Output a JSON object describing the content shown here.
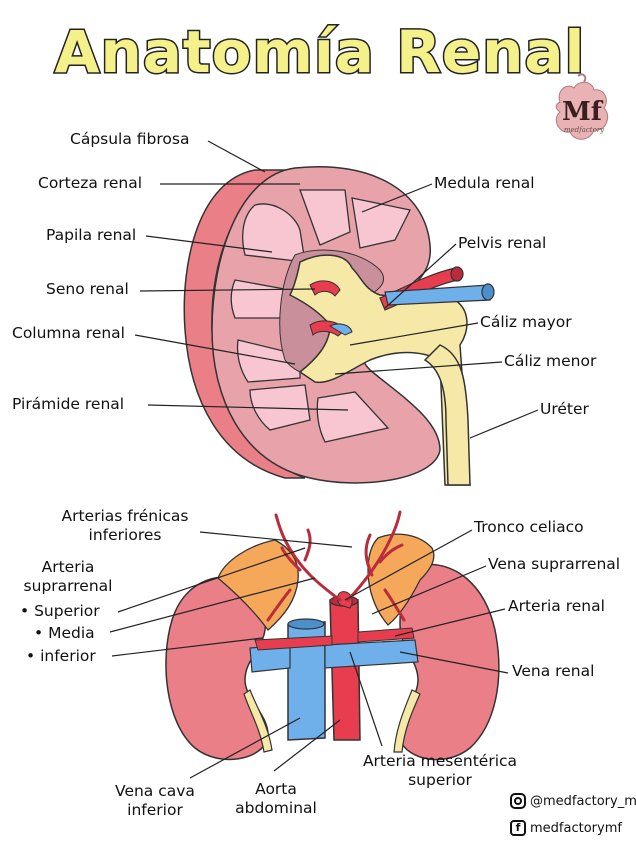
{
  "title": "Anatomía Renal",
  "logo": {
    "monogram": "Mf",
    "tagline": "medfactory"
  },
  "top_diagram": {
    "labels": {
      "capsula": "Cápsula fibrosa",
      "corteza": "Corteza renal",
      "papila": "Papila renal",
      "seno": "Seno renal",
      "columna": "Columna renal",
      "piramide": "Pirámide renal",
      "medula": "Medula renal",
      "pelvis": "Pelvis renal",
      "caliz_mayor": "Cáliz mayor",
      "caliz_menor": "Cáliz menor",
      "ureter": "Uréter"
    }
  },
  "bottom_diagram": {
    "labels": {
      "frenicas_1": "Arterias frénicas",
      "frenicas_2": "inferiores",
      "suprarrenal_1": "Arteria",
      "suprarrenal_2": "suprarrenal",
      "superior": "• Superior",
      "media": "• Media",
      "inferior": "• inferior",
      "tronco": "Tronco celiaco",
      "vena_supra": "Vena suprarrenal",
      "arteria_renal": "Arteria renal",
      "vena_renal": "Vena renal",
      "mesenterica_1": "Arteria mesentérica",
      "mesenterica_2": "superior",
      "vena_cava_1": "Vena cava",
      "vena_cava_2": "inferior",
      "aorta_1": "Aorta",
      "aorta_2": "abdominal"
    }
  },
  "social": {
    "instagram": "@medfactory_mf",
    "facebook": "medfactorymf",
    "instagram_icon": "instagram-icon",
    "facebook_icon": "facebook-icon"
  },
  "colors": {
    "title_fill": "#f4f18a",
    "cortex": "#e8a3aa",
    "capsule": "#ea7f87",
    "pyramid": "#f8c6d0",
    "pelvis": "#f6e8a6",
    "artery": "#e83d4f",
    "vein": "#6fb0ea",
    "adrenal": "#f6a85a"
  }
}
